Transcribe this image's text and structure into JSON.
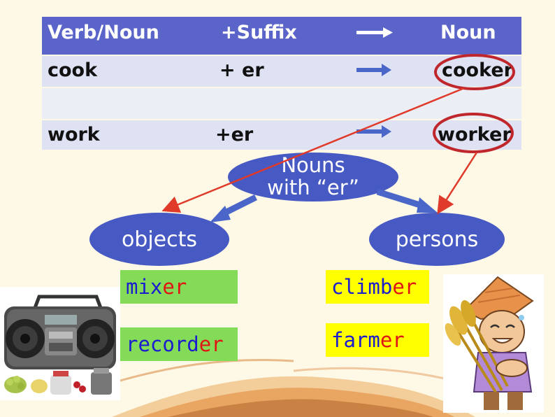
{
  "table": {
    "header": {
      "col1": "Verb/Noun",
      "col2": "+Suffix",
      "col3": "Noun"
    },
    "rows": [
      {
        "col1": "cook",
        "col2": "+ er",
        "col3": "cooker"
      },
      {
        "col1": "",
        "col2": "",
        "col3": ""
      },
      {
        "col1": "work",
        "col2": "+er",
        "col3": "worker"
      }
    ]
  },
  "diagram": {
    "center_line1": "Nouns",
    "center_line2": "with “er”",
    "left_node": "objects",
    "right_node": "persons"
  },
  "words": {
    "mixer": {
      "stem": "mix",
      "suffix": "er"
    },
    "recorder": {
      "stem": "record",
      "suffix": "er"
    },
    "climber": {
      "stem": "climb",
      "suffix": "er"
    },
    "farmer": {
      "stem": "farm",
      "suffix": "er"
    }
  },
  "colors": {
    "table_header": "#5b64c8",
    "ellipse": "#4759c2",
    "arrow_blue": "#4a66c8",
    "circle_red": "#c0272d",
    "suffix_red": "#e01414",
    "stem_blue": "#1b1bd0",
    "box_green": "#84db57",
    "box_yellow": "#ffff00"
  },
  "images": {
    "left": "boombox-with-kitchen-items",
    "right": "cartoon-farmer-with-wheat"
  }
}
